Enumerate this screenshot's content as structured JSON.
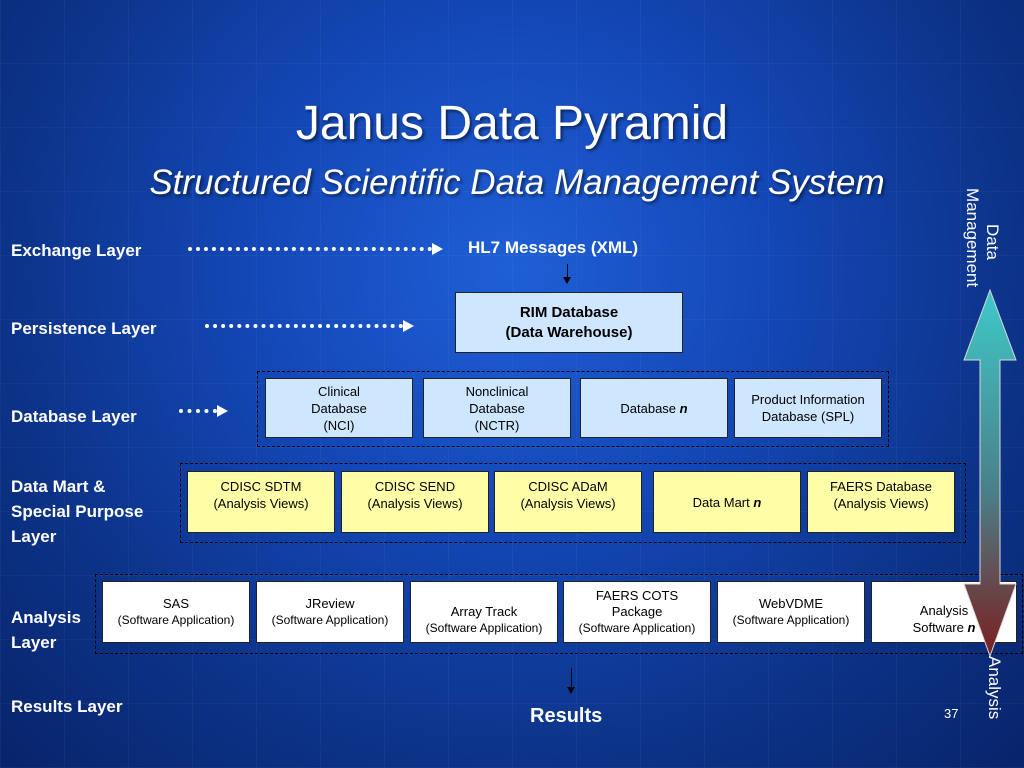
{
  "title": "Janus Data Pyramid",
  "subtitle": "Structured Scientific Data Management System",
  "layers": {
    "exchange": "Exchange Layer",
    "persistence": "Persistence Layer",
    "database": "Database Layer",
    "datamart": [
      "Data Mart &",
      "Special Purpose",
      "Layer"
    ],
    "analysis": [
      "Analysis",
      "Layer"
    ],
    "results": "Results  Layer"
  },
  "exchange_target": "HL7 Messages (XML)",
  "rim": [
    "RIM Database",
    "(Data Warehouse)"
  ],
  "database_boxes": [
    {
      "lines": [
        "Clinical",
        "Database",
        "(NCI)"
      ]
    },
    {
      "lines": [
        "Nonclinical",
        "Database",
        "(NCTR)"
      ]
    },
    {
      "text": "Database ",
      "emph": "n"
    },
    {
      "lines": [
        "Product Information",
        "Database (SPL)"
      ]
    }
  ],
  "datamart_boxes": [
    {
      "lines": [
        "CDISC SDTM",
        "(Analysis Views)"
      ]
    },
    {
      "lines": [
        "CDISC SEND",
        "(Analysis Views)"
      ]
    },
    {
      "lines": [
        "CDISC ADaM",
        "(Analysis Views)"
      ]
    },
    {
      "text": "Data Mart ",
      "emph": "n"
    },
    {
      "lines": [
        "FAERS Database",
        "(Analysis Views)"
      ]
    }
  ],
  "analysis_boxes": [
    {
      "lines": [
        "SAS",
        "(Software Application)"
      ]
    },
    {
      "lines": [
        "JReview",
        "(Software Application)"
      ]
    },
    {
      "lines": [
        "Array Track",
        "(Software Application)"
      ]
    },
    {
      "lines": [
        "FAERS COTS",
        "Package",
        "(Software Application)"
      ]
    },
    {
      "lines": [
        "WebVDME",
        "(Software Application)"
      ]
    },
    {
      "lines": [
        "Analysis"
      ],
      "text": "Software ",
      "emph": "n"
    }
  ],
  "results": "Results",
  "side_labels": {
    "top": [
      "Data",
      "Management"
    ],
    "bottom": "Analysis"
  },
  "page_number": "37",
  "colors": {
    "arrow_top": "#3ec9c9",
    "arrow_bottom": "#7a1f1f",
    "box_blue": "#cfe6ff",
    "box_yellow": "#ffffa8"
  }
}
